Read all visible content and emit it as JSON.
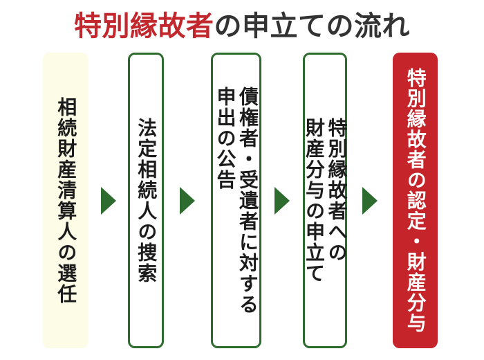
{
  "title": {
    "highlight": "特別縁故者",
    "rest": "の申立ての流れ"
  },
  "colors": {
    "title_red": "#c1272d",
    "box_red": "#c5242b",
    "green": "#2e6b2f",
    "cream": "#fdfce6",
    "text_dark": "#1c1c1c"
  },
  "flow": {
    "arrow_icon": "right-triangle",
    "steps": [
      {
        "order": 1,
        "style": "cream",
        "lines": [
          "相続財産清算人の選任"
        ]
      },
      {
        "order": 2,
        "style": "outline",
        "lines": [
          "法定相続人の捜索"
        ]
      },
      {
        "order": 3,
        "style": "outline",
        "lines": [
          "債権者・受遺者に対する",
          "申出の公告"
        ]
      },
      {
        "order": 4,
        "style": "outline",
        "lines": [
          "特別縁故者への",
          "財産分与の申立て"
        ]
      },
      {
        "order": 5,
        "style": "red",
        "lines": [
          "特別縁故者の認定・財産分与"
        ]
      }
    ]
  }
}
